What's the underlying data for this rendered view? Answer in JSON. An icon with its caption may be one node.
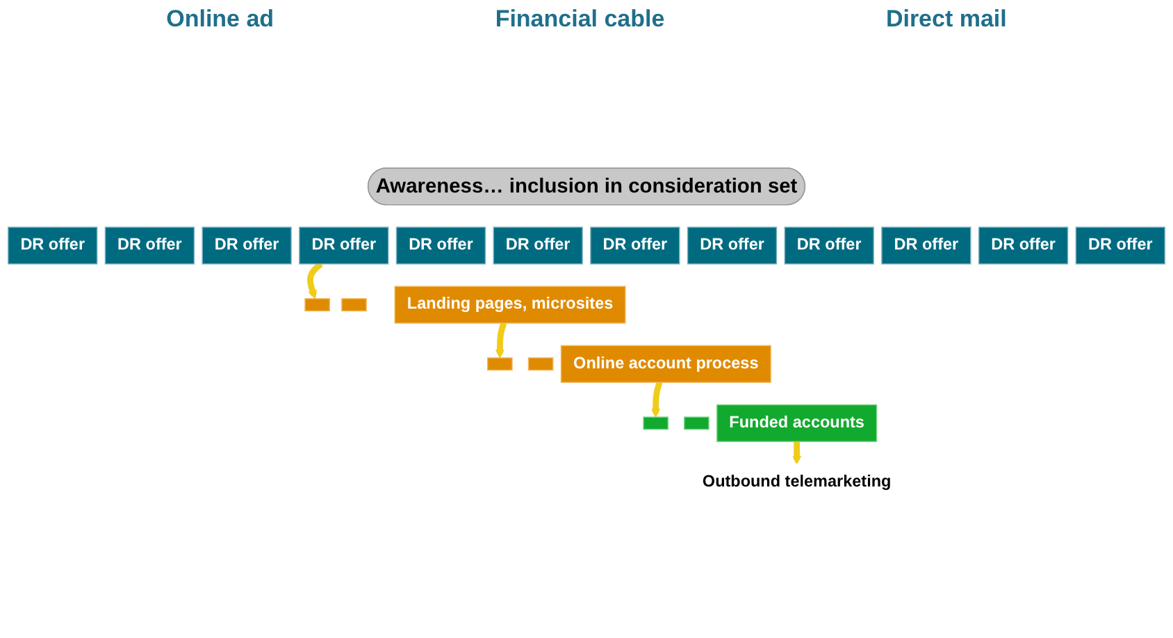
{
  "diagram": {
    "nodes": [
      {
        "text": [
          "Awareness… inclusion in consideration set"
        ]
      },
      {
        "text": [
          "DR offer"
        ]
      },
      {
        "text": [
          "DR offer"
        ]
      },
      {
        "text": [
          "DR offer"
        ]
      },
      {
        "text": [
          "DR offer"
        ]
      },
      {
        "text": [
          "DR offer"
        ]
      },
      {
        "text": [
          "DR offer"
        ]
      },
      {
        "text": [
          "DR offer"
        ]
      },
      {
        "text": [
          "DR offer"
        ]
      },
      {
        "text": [
          "DR offer"
        ]
      },
      {
        "text": [
          "DR offer"
        ]
      },
      {
        "text": [
          "DR offer"
        ]
      },
      {
        "text": [
          "DR offer"
        ]
      },
      {
        "text": [],
        "shape": "box"
      },
      {
        "text": [],
        "shape": "box"
      },
      {
        "text": [
          "Landing pages, microsites"
        ]
      },
      {
        "text": [],
        "shape": "box"
      },
      {
        "text": [],
        "shape": "box"
      },
      {
        "text": [
          "Online account process"
        ]
      },
      {
        "text": [],
        "shape": "box"
      },
      {
        "text": [],
        "shape": "box"
      },
      {
        "text": [
          "Funded accounts"
        ]
      },
      {
        "text": [
          "Outbound telemarketing"
        ]
      }
    ],
    "edges": [
      {
        "from": 4,
        "to": 13,
        "arrow": "to"
      },
      {
        "from": 15,
        "to": 16,
        "arrow": "to"
      },
      {
        "from": 18,
        "to": 19,
        "arrow": "to"
      },
      {
        "from": 21,
        "to": 22,
        "arrow": "to"
      }
    ],
    "labels": [
      "Online ad",
      "Financial cable",
      "Direct mail"
    ]
  }
}
